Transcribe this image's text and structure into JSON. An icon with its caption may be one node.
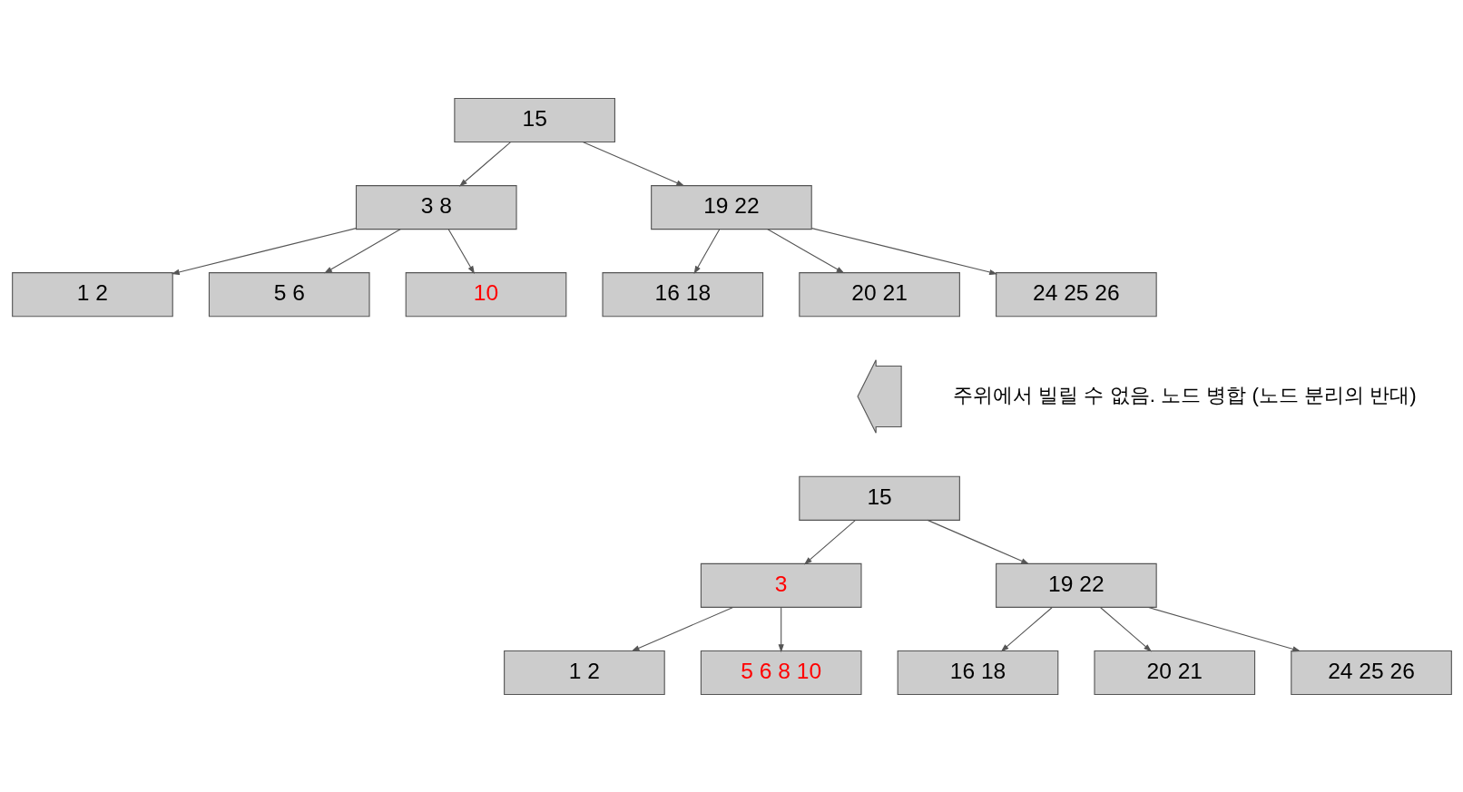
{
  "diagram": {
    "nodes": [
      {
        "text": [
          "15"
        ]
      },
      {
        "text": [
          "3 8"
        ]
      },
      {
        "text": [
          "19 22"
        ]
      },
      {
        "text": [
          "1 2"
        ]
      },
      {
        "text": [
          "5 6"
        ]
      },
      {
        "text": [
          "10"
        ]
      },
      {
        "text": [
          "16 18"
        ]
      },
      {
        "text": [
          "20 21"
        ]
      },
      {
        "text": [
          "24 25 26"
        ]
      },
      {
        "text": [],
        "shape": "arrow",
        "beside": [
          "주위에서 빌릴 수 없음. 노드 병합 (노드 분리의 반대)"
        ]
      },
      {
        "text": [
          "15"
        ]
      },
      {
        "text": [
          "3"
        ]
      },
      {
        "text": [
          "19 22"
        ]
      },
      {
        "text": [
          "1 2"
        ]
      },
      {
        "text": [
          "5 6 8 10"
        ]
      },
      {
        "text": [
          "16 18"
        ]
      },
      {
        "text": [
          "20 21"
        ]
      },
      {
        "text": [
          "24 25 26"
        ]
      }
    ],
    "edges": [
      {
        "from": 0,
        "to": 1,
        "arrow": "to"
      },
      {
        "from": 0,
        "to": 2,
        "arrow": "to"
      },
      {
        "from": 1,
        "to": 3,
        "arrow": "to"
      },
      {
        "from": 1,
        "to": 4,
        "arrow": "to"
      },
      {
        "from": 1,
        "to": 5,
        "arrow": "to"
      },
      {
        "from": 2,
        "to": 6,
        "arrow": "to"
      },
      {
        "from": 2,
        "to": 7,
        "arrow": "to"
      },
      {
        "from": 2,
        "to": 8,
        "arrow": "to"
      },
      {
        "from": 10,
        "to": 11,
        "arrow": "to"
      },
      {
        "from": 10,
        "to": 12,
        "arrow": "to"
      },
      {
        "from": 11,
        "to": 13,
        "arrow": "to"
      },
      {
        "from": 11,
        "to": 14,
        "arrow": "to"
      },
      {
        "from": 12,
        "to": 15,
        "arrow": "to"
      },
      {
        "from": 12,
        "to": 16,
        "arrow": "to"
      },
      {
        "from": 12,
        "to": 17,
        "arrow": "to"
      }
    ]
  }
}
